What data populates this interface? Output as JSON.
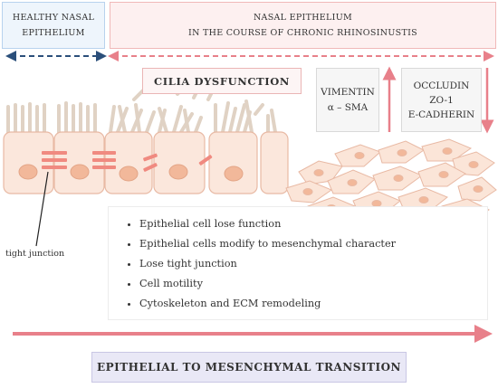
{
  "header": {
    "healthy": [
      "HEALTHY NASAL",
      "EPITHELIUM"
    ],
    "crs": [
      "NASAL EPITHELIUM",
      "IN THE COURSE OF CHRONIC RHINOSINUSTIS"
    ]
  },
  "cilia_label": "CILIA DYSFUNCTION",
  "markers_up": [
    "VIMENTIN",
    "α – SMA"
  ],
  "markers_down": [
    "OCCLUDIN",
    "ZO-1",
    "E-CADHERIN"
  ],
  "tight_junction_label": "tight junction",
  "bullets": [
    "Epithelial cell lose function",
    "Epithelial cells modify to mesenchymal character",
    "Lose tight junction",
    "Cell motility",
    "Cytoskeleton and ECM remodeling"
  ],
  "bottom_label": "EPITHELIAL TO MESENCHYMAL TRANSITION",
  "colors": {
    "healthy_arrow": "#2b4f7a",
    "crs_arrow": "#e8808a",
    "cell_fill": "#fbe7dc",
    "cell_border": "#e8b9a4",
    "nucleus": "#f2b89a",
    "junction": "#f08a80",
    "emt_box": "#e9e8f6"
  }
}
